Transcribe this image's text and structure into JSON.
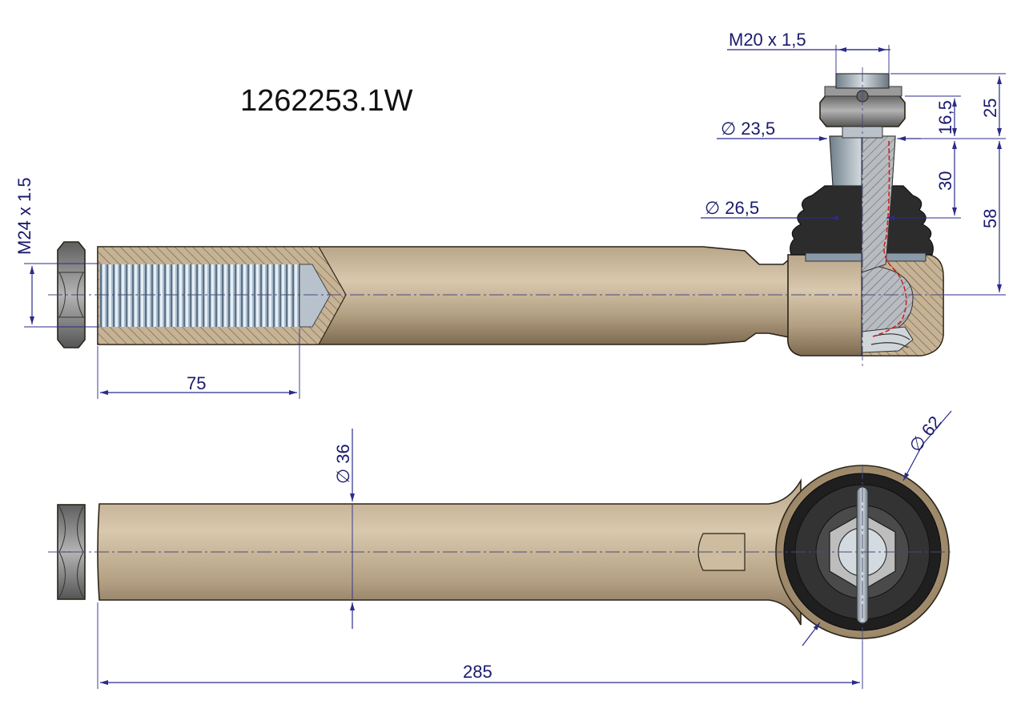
{
  "title": "1262253.1W",
  "colors": {
    "body": "#c9b79a",
    "body_dark": "#8e7a5c",
    "dimension": "#1a1a6e",
    "nut": "#8f8f8f",
    "boot": "#2a2a2a",
    "thread": "#9fb4c8",
    "section_line": "#d02020"
  },
  "dimensions": {
    "m24": "M24 x 1.5",
    "m20": "M20 x 1,5",
    "d23": "∅ 23,5",
    "d26": "∅ 26,5",
    "len75": "75",
    "d36": "∅ 36",
    "d62": "∅ 62",
    "len285": "285",
    "h25": "25",
    "h16": "16,5",
    "h30": "30",
    "h58": "58"
  }
}
